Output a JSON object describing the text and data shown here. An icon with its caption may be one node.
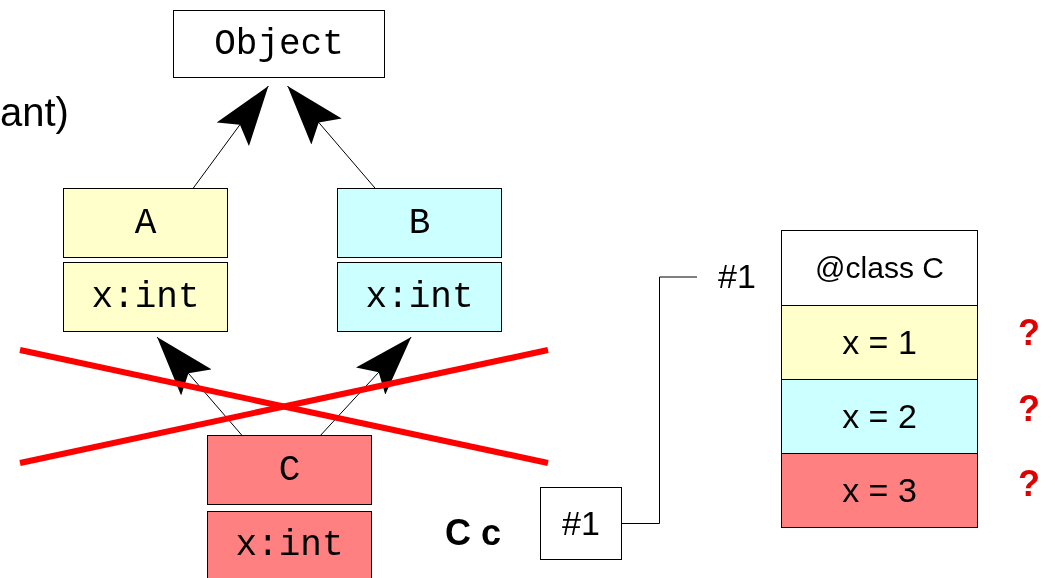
{
  "diagram": {
    "nodes": [
      {
        "text": [
          "Object"
        ]
      },
      {
        "text": [
          "A",
          "x:int"
        ]
      },
      {
        "text": [
          "B",
          "x:int"
        ]
      },
      {
        "text": [
          "C",
          "x:int"
        ]
      },
      {
        "text": [
          "#1"
        ],
        "beside": [
          "C c"
        ]
      },
      {
        "text": [
          "@class C",
          "x = 1",
          "x = 2",
          "x = 3"
        ],
        "beside": [
          "#1"
        ]
      }
    ],
    "edges": [
      {
        "from": 1,
        "to": 0,
        "arrow": "to"
      },
      {
        "from": 2,
        "to": 0,
        "arrow": "to"
      },
      {
        "from": 3,
        "to": 1,
        "arrow": "to"
      },
      {
        "from": 3,
        "to": 2,
        "arrow": "to"
      },
      {
        "from": 4,
        "to": 5,
        "arrow": "none"
      }
    ],
    "labels": [
      "ant)",
      "?",
      "?",
      "?"
    ]
  }
}
